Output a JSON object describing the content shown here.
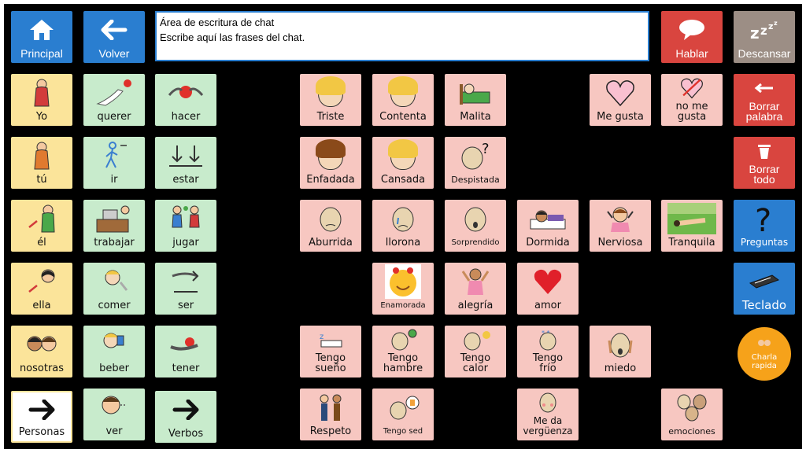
{
  "top": {
    "principal": "Principal",
    "volver": "Volver",
    "chat_line1": "Área de escritura de chat",
    "chat_line2": "Escribe aquí las frases del chat.",
    "hablar": "Hablar",
    "descansar": "Descansar"
  },
  "side": {
    "borrar_palabra": "Borrar\npalabra",
    "borrar_todo": "Borrar\ntodo",
    "preguntas": "Preguntas",
    "teclado": "Teclado",
    "charla_rapida": "Charla\nrapida"
  },
  "words": {
    "yo": "Yo",
    "querer": "querer",
    "hacer": "hacer",
    "tu": "tú",
    "ir": "ir",
    "estar": "estar",
    "el": "él",
    "trabajar": "trabajar",
    "jugar": "jugar",
    "ella": "ella",
    "comer": "comer",
    "ser": "ser",
    "nosotras": "nosotras",
    "beber": "beber",
    "tener": "tener",
    "personas": "Personas",
    "ver": "ver",
    "verbos": "Verbos"
  },
  "feelings": {
    "triste": "Triste",
    "contenta": "Contenta",
    "malita": "Malita",
    "me_gusta": "Me gusta",
    "no_me_gusta": "no me\ngusta",
    "enfadada": "Enfadada",
    "cansada": "Cansada",
    "despistada": "Despistada",
    "aburrida": "Aburrida",
    "llorona": "llorona",
    "sorprendido": "Sorprendido",
    "dormida": "Dormida",
    "nerviosa": "Nerviosa",
    "tranquila": "Tranquila",
    "enamorada": "Enamorada",
    "alegria": "alegría",
    "amor": "amor",
    "tengo_sueno": "Tengo\nsueño",
    "tengo_hambre": "Tengo\nhambre",
    "tengo_calor": "Tengo\ncalor",
    "tengo_frio": "Tengo\nfrío",
    "miedo": "miedo",
    "respeto": "Respeto",
    "tengo_sed": "Tengo sed",
    "me_da_verguenza": "Me da\nvergüenza",
    "emociones": "emociones"
  },
  "icons": {
    "home": "home-icon",
    "back": "left-arrow-icon",
    "speak": "speech-bubble-icon",
    "sleep": "zzz-icon",
    "backspace": "backspace-arrow-icon",
    "trash": "trash-icon",
    "question": "question-mark-icon",
    "keyboard": "keyboard-icon"
  },
  "colors": {
    "pronoun": "#fbe49a",
    "verb": "#c8ebcc",
    "feeling": "#f7c7c1",
    "nav_blue": "#2a7ed0",
    "action_red": "#d9453f",
    "rest_gray": "#9c8e85",
    "quick_orange": "#f6a21a"
  }
}
